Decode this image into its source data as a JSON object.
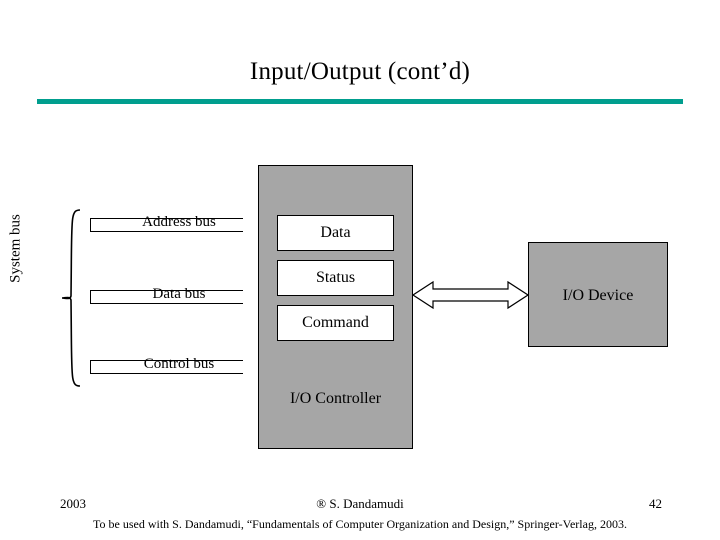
{
  "slide": {
    "title": "Input/Output (cont’d)",
    "rule_color": "#009e8e"
  },
  "diagram": {
    "system_bus_label": "System bus",
    "buses": [
      {
        "label": "Address bus",
        "name": "address-bus"
      },
      {
        "label": "Data bus",
        "name": "data-bus"
      },
      {
        "label": "Control bus",
        "name": "control-bus"
      }
    ],
    "controller": {
      "label": "I/O Controller",
      "fill": "#a6a6a6",
      "registers": [
        {
          "label": "Data"
        },
        {
          "label": "Status"
        },
        {
          "label": "Command"
        }
      ]
    },
    "device": {
      "label": "I/O Device",
      "fill": "#a6a6a6"
    }
  },
  "footer": {
    "year": "2003",
    "center": "® S. Dandamudi",
    "page": "42",
    "note": "To be used with S. Dandamudi, “Fundamentals of Computer Organization and Design,” Springer-Verlag, 2003."
  }
}
